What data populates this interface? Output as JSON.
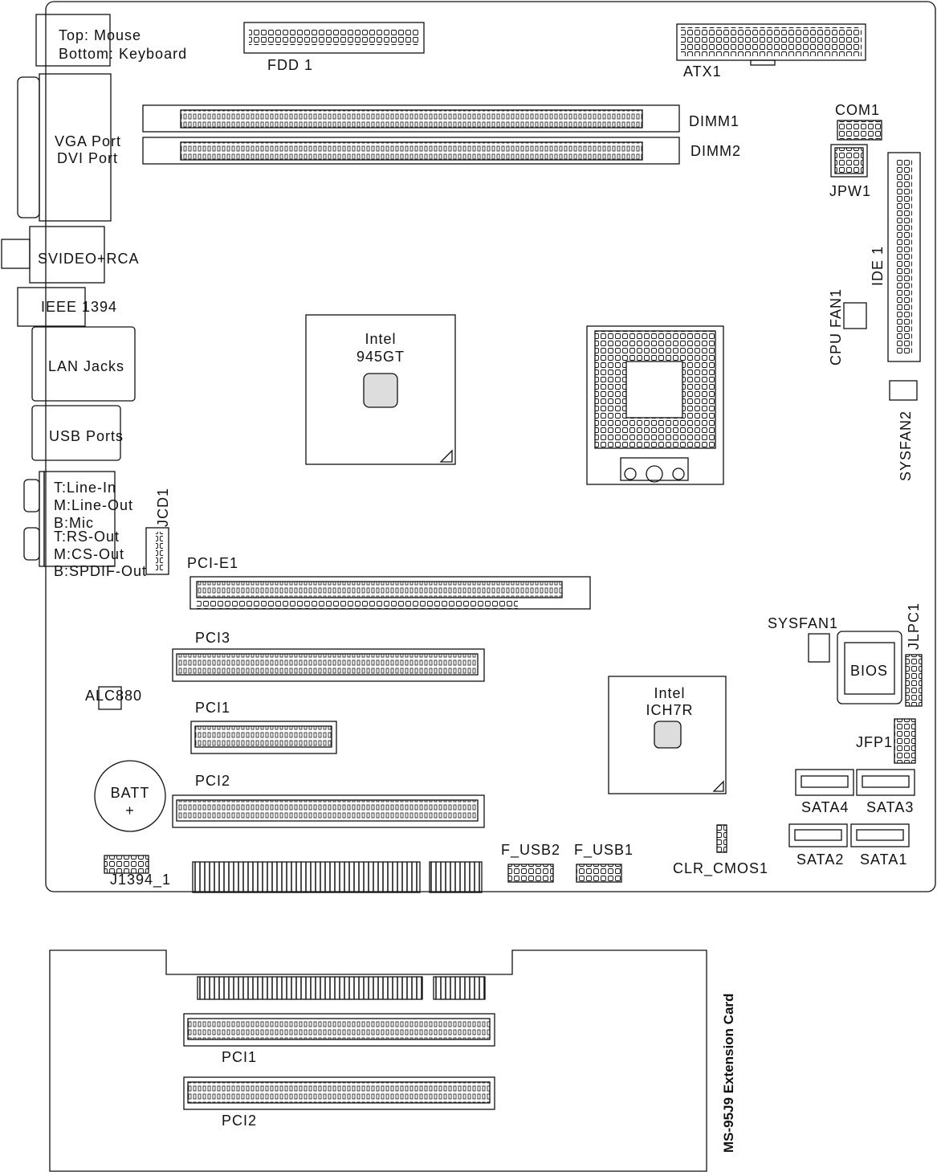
{
  "ports": {
    "ps2_top": "Top: Mouse",
    "ps2_bottom": "Bottom: Keyboard",
    "vga": "VGA Port",
    "dvi": "DVI Port",
    "svideo": "SVIDEO+RCA",
    "ieee": "IEEE 1394",
    "lan": "LAN Jacks",
    "usb": "USB Ports",
    "audio": [
      "T:Line-In",
      "M:Line-Out",
      "B:Mic",
      "T:RS-Out",
      "M:CS-Out",
      "B:SPDIF-Out"
    ]
  },
  "connectors": {
    "fdd": "FDD 1",
    "atx": "ATX1",
    "dimm1": "DIMM1",
    "dimm2": "DIMM2",
    "com": "COM1",
    "jpw": "JPW1",
    "ide": "IDE 1",
    "cpufan": "CPU FAN1",
    "sysfan2": "SYSFAN2",
    "jcd": "JCD1",
    "pcie": "PCI-E1",
    "pci3": "PCI3",
    "pci1": "PCI1",
    "pci2": "PCI2",
    "alc": "ALC880",
    "batt": "BATT",
    "batt_plus": "+",
    "j1394": "J1394_1",
    "fusb2": "F_USB2",
    "fusb1": "F_USB1",
    "clr": "CLR_CMOS1",
    "sysfan1": "SYSFAN1",
    "bios": "BIOS",
    "jlpc": "JLPC1",
    "jfp": "JFP1",
    "sata4": "SATA4",
    "sata3": "SATA3",
    "sata2": "SATA2",
    "sata1": "SATA1"
  },
  "chips": {
    "nb_line1": "Intel",
    "nb_line2": "945GT",
    "sb_line1": "Intel",
    "sb_line2": "ICH7R"
  },
  "extension": {
    "title": "MS-95J9 Extension Card",
    "pci1": "PCI1",
    "pci2": "PCI2"
  }
}
